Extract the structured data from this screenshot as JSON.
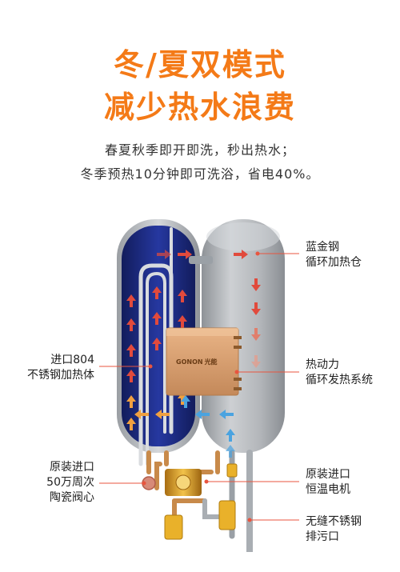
{
  "headline": {
    "line1": "冬/夏双模式",
    "line2": "减少热水浪费"
  },
  "subtitle": {
    "line1": "春夏秋季即开即洗，秒出热水；",
    "line2": "冬季预热10分钟即可洗浴，省电40%。"
  },
  "labels": {
    "tank_line1": "蓝金钢",
    "tank_line2": "循环加热仓",
    "element_line1": "进口804",
    "element_line2": "不锈钢加热体",
    "pump_line1": "热动力",
    "pump_line2": "循环发热系统",
    "valve_line1": "原装进口",
    "valve_line2": "50万周次",
    "valve_line3": "陶瓷阀心",
    "thermo_line1": "原装进口",
    "thermo_line2": "恒温电机",
    "drain_line1": "无缝不锈钢",
    "drain_line2": "排污口"
  },
  "device": {
    "brand": "GONON",
    "brand_suffix": "光能"
  },
  "colors": {
    "accent": "#f47a17",
    "leader": "#e8553f",
    "arrow_red": "#e14a3c",
    "arrow_blue": "#4aa3e0",
    "arrow_orange": "#f0a040",
    "tank_blue": "#1e2f8a",
    "tank_grey": "#b6b9bd",
    "copper": "#c88a4a"
  }
}
